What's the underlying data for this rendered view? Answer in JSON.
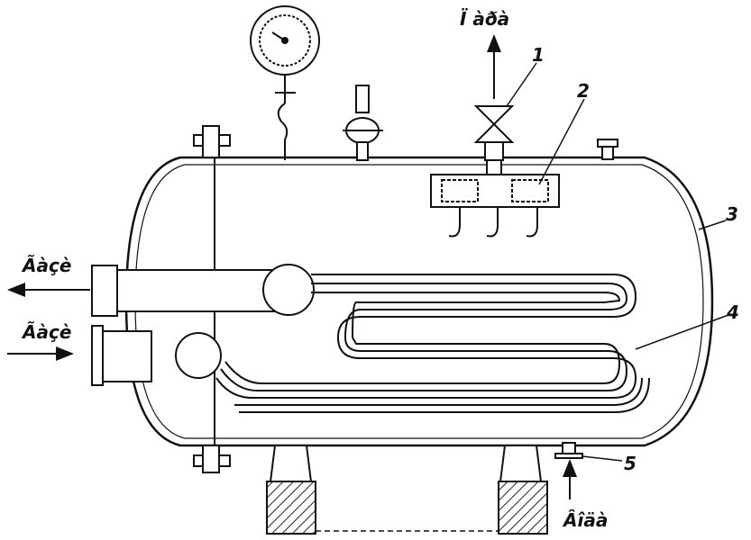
{
  "labels": {
    "steam_out": "Ï àðà",
    "gas_out": "Ãàçè",
    "gas_in": "Ãàçè",
    "water_in": "Âîäà"
  },
  "callouts": [
    "1",
    "2",
    "3",
    "4",
    "5"
  ],
  "colors": {
    "ink": "#111111",
    "hatch": "#222222",
    "background": "#ffffff"
  }
}
